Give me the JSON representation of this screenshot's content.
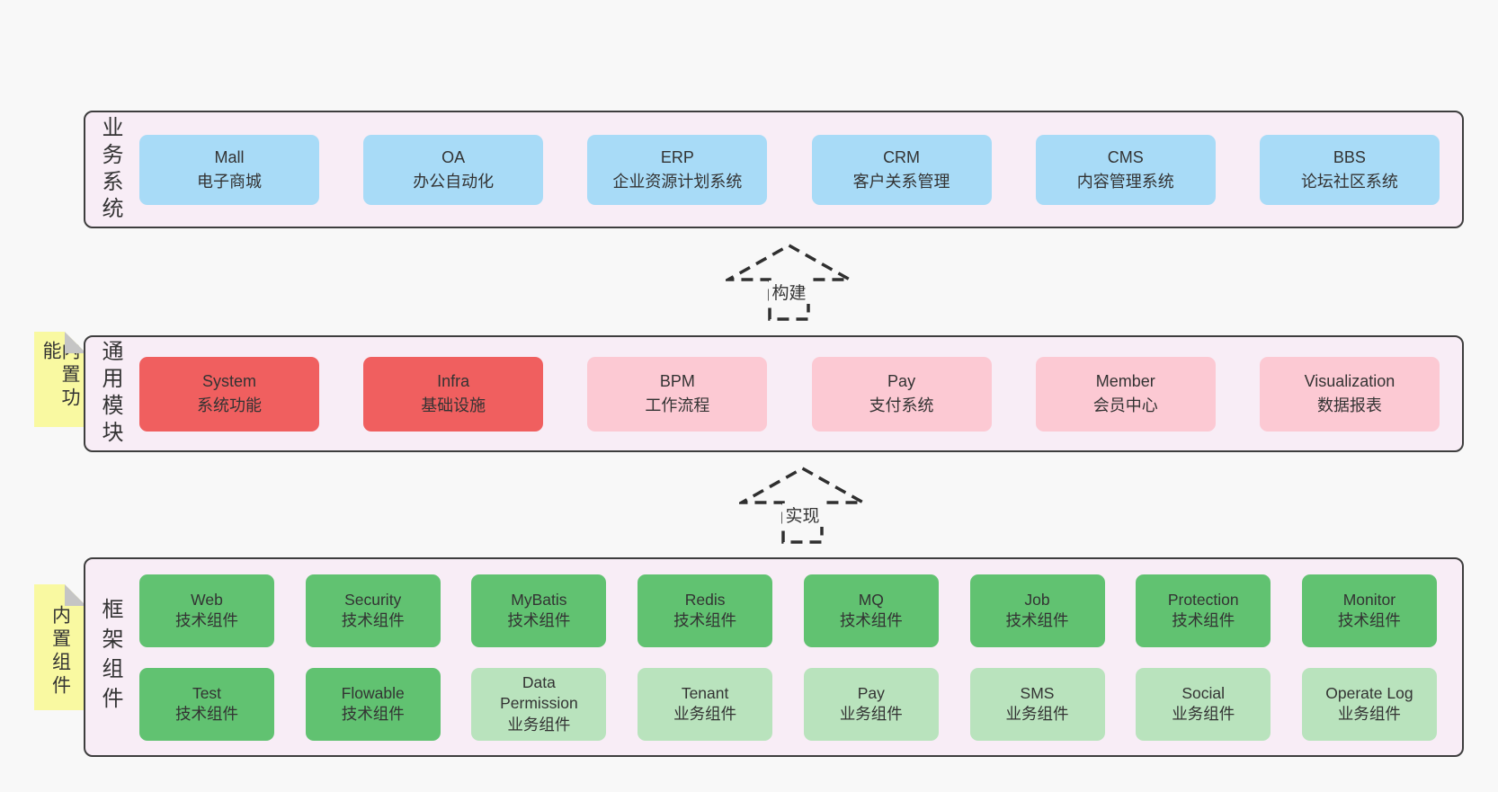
{
  "colors": {
    "page_bg": "#f8f8f8",
    "band_bg": "#f8edf6",
    "band_border": "#3e3e3e",
    "business_box_blue": "#a8dbf7",
    "core_module_red": "#f05f5f",
    "module_pink": "#fcc9d3",
    "tech_component_green": "#61c271",
    "biz_component_green": "#b9e3bd",
    "note_yellow": "#f9f9a1",
    "note_fold_gray": "#c5c5c5",
    "text": "#333333"
  },
  "arrows": [
    {
      "label": "构建"
    },
    {
      "label": "实现"
    }
  ],
  "notes": [
    {
      "label": "内置功能"
    },
    {
      "label": "内置组件"
    }
  ],
  "bands": [
    {
      "label": "业务系统",
      "boxes": [
        {
          "en": "Mall",
          "zh": "电子商城",
          "variant": "blue"
        },
        {
          "en": "OA",
          "zh": "办公自动化",
          "variant": "blue"
        },
        {
          "en": "ERP",
          "zh": "企业资源计划系统",
          "variant": "blue"
        },
        {
          "en": "CRM",
          "zh": "客户关系管理",
          "variant": "blue"
        },
        {
          "en": "CMS",
          "zh": "内容管理系统",
          "variant": "blue"
        },
        {
          "en": "BBS",
          "zh": "论坛社区系统",
          "variant": "blue"
        }
      ]
    },
    {
      "label": "通用模块",
      "boxes": [
        {
          "en": "System",
          "zh": "系统功能",
          "variant": "red"
        },
        {
          "en": "Infra",
          "zh": "基础设施",
          "variant": "red"
        },
        {
          "en": "BPM",
          "zh": "工作流程",
          "variant": "pink"
        },
        {
          "en": "Pay",
          "zh": "支付系统",
          "variant": "pink"
        },
        {
          "en": "Member",
          "zh": "会员中心",
          "variant": "pink"
        },
        {
          "en": "Visualization",
          "zh": "数据报表",
          "variant": "pink"
        }
      ]
    },
    {
      "label": "框架组件",
      "rows": [
        [
          {
            "en": "Web",
            "zh": "技术组件",
            "variant": "green-dark"
          },
          {
            "en": "Security",
            "zh": "技术组件",
            "variant": "green-dark"
          },
          {
            "en": "MyBatis",
            "zh": "技术组件",
            "variant": "green-dark"
          },
          {
            "en": "Redis",
            "zh": "技术组件",
            "variant": "green-dark"
          },
          {
            "en": "MQ",
            "zh": "技术组件",
            "variant": "green-dark"
          },
          {
            "en": "Job",
            "zh": "技术组件",
            "variant": "green-dark"
          },
          {
            "en": "Protection",
            "zh": "技术组件",
            "variant": "green-dark"
          },
          {
            "en": "Monitor",
            "zh": "技术组件",
            "variant": "green-dark"
          }
        ],
        [
          {
            "en": "Test",
            "zh": "技术组件",
            "variant": "green-dark"
          },
          {
            "en": "Flowable",
            "zh": "技术组件",
            "variant": "green-dark"
          },
          {
            "en": "Data Permission",
            "zh": "业务组件",
            "variant": "green-light"
          },
          {
            "en": "Tenant",
            "zh": "业务组件",
            "variant": "green-light"
          },
          {
            "en": "Pay",
            "zh": "业务组件",
            "variant": "green-light"
          },
          {
            "en": "SMS",
            "zh": "业务组件",
            "variant": "green-light"
          },
          {
            "en": "Social",
            "zh": "业务组件",
            "variant": "green-light"
          },
          {
            "en": "Operate Log",
            "zh": "业务组件",
            "variant": "green-light"
          }
        ]
      ]
    }
  ]
}
